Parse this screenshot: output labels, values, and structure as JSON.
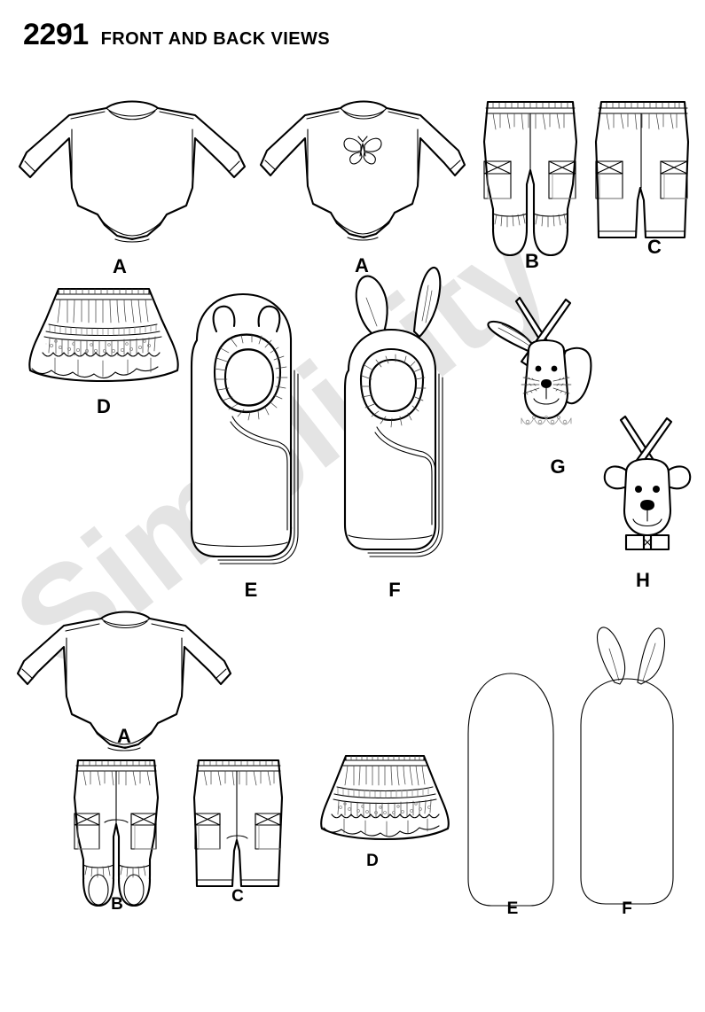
{
  "header": {
    "pattern_number": "2291",
    "views_title": "FRONT AND BACK VIEWS"
  },
  "watermark": {
    "text": "Simplicity",
    "color": "#e4e4e4"
  },
  "colors": {
    "line": "#000000",
    "detail_line": "#3a3a3a",
    "lace_gray": "#8c8c8c",
    "background": "#ffffff"
  },
  "labels": {
    "a": "A",
    "b": "B",
    "c": "C",
    "d": "D",
    "e": "E",
    "f": "F",
    "g": "G",
    "h": "H"
  },
  "figures": [
    {
      "id": "a-front-plain",
      "letter": "A",
      "row": "top",
      "view": "front",
      "garment": "long-sleeve-bodysuit"
    },
    {
      "id": "a-front-applique",
      "letter": "A",
      "row": "top",
      "view": "front",
      "garment": "long-sleeve-bodysuit-with-butterfly-applique"
    },
    {
      "id": "b-front",
      "letter": "B",
      "row": "top",
      "view": "front",
      "garment": "footed-pants-with-cargo-pockets"
    },
    {
      "id": "c-front",
      "letter": "C",
      "row": "top",
      "view": "front",
      "garment": "cropped-pants-with-cargo-pockets"
    },
    {
      "id": "d-front",
      "letter": "D",
      "row": "middle",
      "view": "front",
      "garment": "tiered-gathered-skirt-with-eyelet-lace"
    },
    {
      "id": "e-front",
      "letter": "E",
      "row": "middle",
      "view": "front",
      "garment": "hooded-bunting-with-bear-ears"
    },
    {
      "id": "f-front",
      "letter": "F",
      "row": "middle",
      "view": "front",
      "garment": "hooded-bunting-with-bunny-ears"
    },
    {
      "id": "g-toy",
      "letter": "G",
      "row": "middle",
      "view": "front",
      "garment": "bunny-head-toy-with-ruffle-collar"
    },
    {
      "id": "h-toy",
      "letter": "H",
      "row": "middle",
      "view": "front",
      "garment": "bear-head-toy-with-bow-tie"
    },
    {
      "id": "a-back",
      "letter": "A",
      "row": "bottom",
      "view": "back",
      "garment": "long-sleeve-bodysuit"
    },
    {
      "id": "b-back",
      "letter": "B",
      "row": "bottom",
      "view": "back",
      "garment": "footed-pants-with-cargo-pockets"
    },
    {
      "id": "c-back",
      "letter": "C",
      "row": "bottom",
      "view": "back",
      "garment": "cropped-pants-with-cargo-pockets"
    },
    {
      "id": "d-back",
      "letter": "D",
      "row": "bottom",
      "view": "back",
      "garment": "tiered-gathered-skirt-with-eyelet-lace"
    },
    {
      "id": "e-back",
      "letter": "E",
      "row": "bottom",
      "view": "back",
      "garment": "hooded-bunting-plain-back"
    },
    {
      "id": "f-back",
      "letter": "F",
      "row": "bottom",
      "view": "back",
      "garment": "hooded-bunting-back-with-bunny-ears"
    }
  ]
}
